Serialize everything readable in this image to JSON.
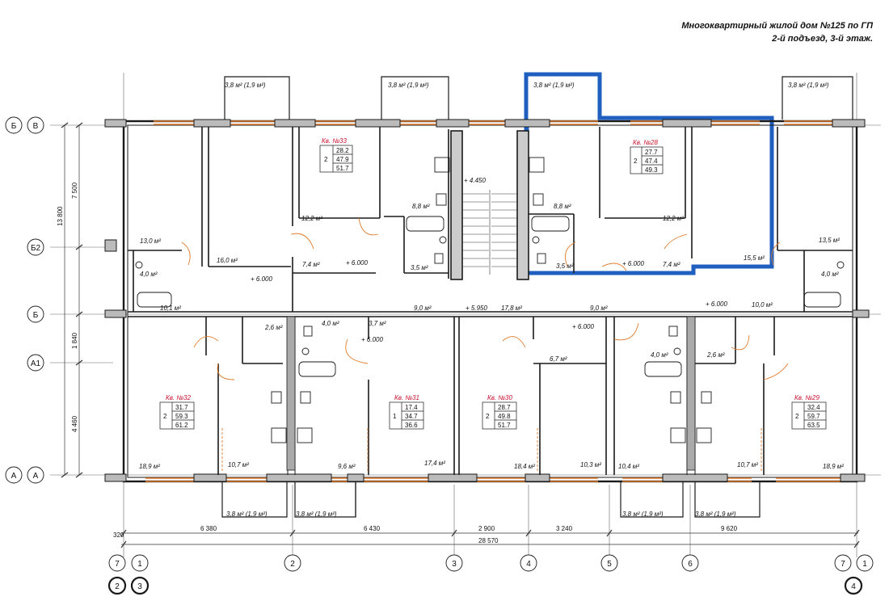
{
  "title": {
    "line1": "Многоквартирный жилой дом №125 по ГП",
    "line2": "2-й подъезд, 3-й этаж."
  },
  "apartments": [
    {
      "id": "apt33",
      "label": "Кв. №33",
      "rooms": "2",
      "living": "28.2",
      "total": "47.9",
      "gross": "51.7"
    },
    {
      "id": "apt28",
      "label": "Кв. №28",
      "rooms": "2",
      "living": "27.7",
      "total": "47.4",
      "gross": "49.3"
    },
    {
      "id": "apt32",
      "label": "Кв. №32",
      "rooms": "2",
      "living": "31.7",
      "total": "59.3",
      "gross": "61.2"
    },
    {
      "id": "apt31",
      "label": "Кв. №31",
      "rooms": "1",
      "living": "17.4",
      "total": "34.7",
      "gross": "36.6"
    },
    {
      "id": "apt30",
      "label": "Кв. №30",
      "rooms": "2",
      "living": "28.7",
      "total": "49.8",
      "gross": "51.7"
    },
    {
      "id": "apt29",
      "label": "Кв. №29",
      "rooms": "2",
      "living": "32.4",
      "total": "59.7",
      "gross": "63.5"
    }
  ],
  "areas": {
    "balcony_top_1": "3,8 м² (1,9 м²)",
    "balcony_top_2": "3,8 м² (1,9 м²)",
    "balcony_top_3": "3,8 м² (1,9 м²)",
    "balcony_top_4": "3,8 м² (1,9 м²)",
    "balcony_bot_1": "3,8 м² (1,9 м²)",
    "balcony_bot_2": "3,8 м² (1,9 м²)",
    "balcony_bot_3": "3,8 м² (1,9 м²)",
    "balcony_bot_4": "3,8 м² (1,9 м²)",
    "r_13_0": "13,0 м²",
    "r_16_0": "16,0 м²",
    "r_12_2a": "12,2 м²",
    "r_8_8a": "8,8 м²",
    "r_7_4a": "7,4 м²",
    "r_3_5a": "3,5 м²",
    "r_4_0a": "4,0 м²",
    "r_10_1": "10,1 м²",
    "r_8_8b": "8,8 м²",
    "r_12_2b": "12,2 м²",
    "r_13_5": "13,5 м²",
    "r_15_5": "15,5 м²",
    "r_7_4b": "7,4 м²",
    "r_3_5b": "3,5 м²",
    "r_4_0b": "4,0 м²",
    "r_10_0": "10,0 м²",
    "r_9_0a": "9,0 м²",
    "r_17_8": "17,8 м²",
    "r_9_0b": "9,0 м²",
    "r_2_6a": "2,6 м²",
    "r_4_0c": "4,0 м²",
    "r_3_7": "3,7 м²",
    "r_6_7": "6,7 м²",
    "r_4_0d": "4,0 м²",
    "r_2_6b": "2,6 м²",
    "r_18_9a": "18,9 м²",
    "r_10_7a": "10,7 м²",
    "r_9_6": "9,6 м²",
    "r_17_4": "17,4 м²",
    "r_18_4": "18,4 м²",
    "r_10_3": "10,3 м²",
    "r_10_4": "10,4 м²",
    "r_10_7b": "10,7 м²",
    "r_18_9b": "18,9 м²"
  },
  "levels": {
    "l4450": "+ 4.450",
    "l5950": "+ 5.950",
    "l6000a": "+ 6.000",
    "l6000b": "+ 6.000",
    "l6000c": "+ 6.000",
    "l6000d": "+ 6.000",
    "l6000e": "+ 6.000",
    "l6000f": "+ 6.000"
  },
  "dimensions": {
    "bottom": [
      "6 380",
      "6 430",
      "2 900",
      "3 240",
      "9 620"
    ],
    "total": "28 570",
    "offset": "320",
    "left": [
      "7 500",
      "13 800",
      "1 840",
      "4 460"
    ]
  },
  "axes_rows": [
    {
      "outer": "Б",
      "inner": "В"
    },
    {
      "outer": "",
      "inner": "Б2"
    },
    {
      "outer": "",
      "inner": "Б"
    },
    {
      "outer": "",
      "inner": "А1"
    },
    {
      "outer": "А",
      "inner": "А"
    }
  ],
  "axes_cols": {
    "c1a": "7",
    "c1b": "1",
    "c2": "2",
    "c3": "3",
    "c4": "4",
    "c5": "5",
    "c6": "6",
    "c7a": "7",
    "c7b": "1",
    "bold1": "2",
    "bold2": "3",
    "bold3": "4"
  },
  "colors": {
    "wall": "#1a1a1a",
    "highlight": "#1f5fbf",
    "window": "#e07b2a",
    "door": "#e07b2a",
    "red": "#c8102e"
  }
}
